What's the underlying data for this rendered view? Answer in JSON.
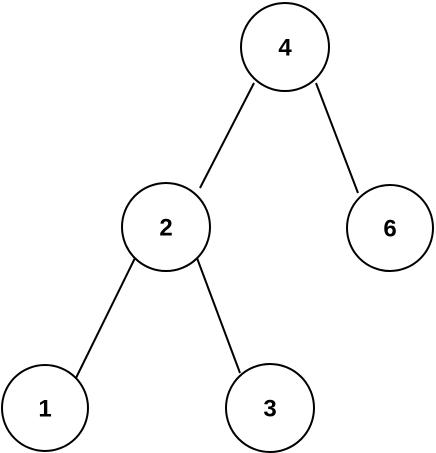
{
  "tree": {
    "nodes": [
      {
        "id": "n4",
        "label": "4"
      },
      {
        "id": "n2",
        "label": "2"
      },
      {
        "id": "n6",
        "label": "6"
      },
      {
        "id": "n1",
        "label": "1"
      },
      {
        "id": "n3",
        "label": "3"
      }
    ],
    "edges": [
      {
        "from": "n4",
        "to": "n2"
      },
      {
        "from": "n4",
        "to": "n6"
      },
      {
        "from": "n2",
        "to": "n1"
      },
      {
        "from": "n2",
        "to": "n3"
      }
    ]
  }
}
